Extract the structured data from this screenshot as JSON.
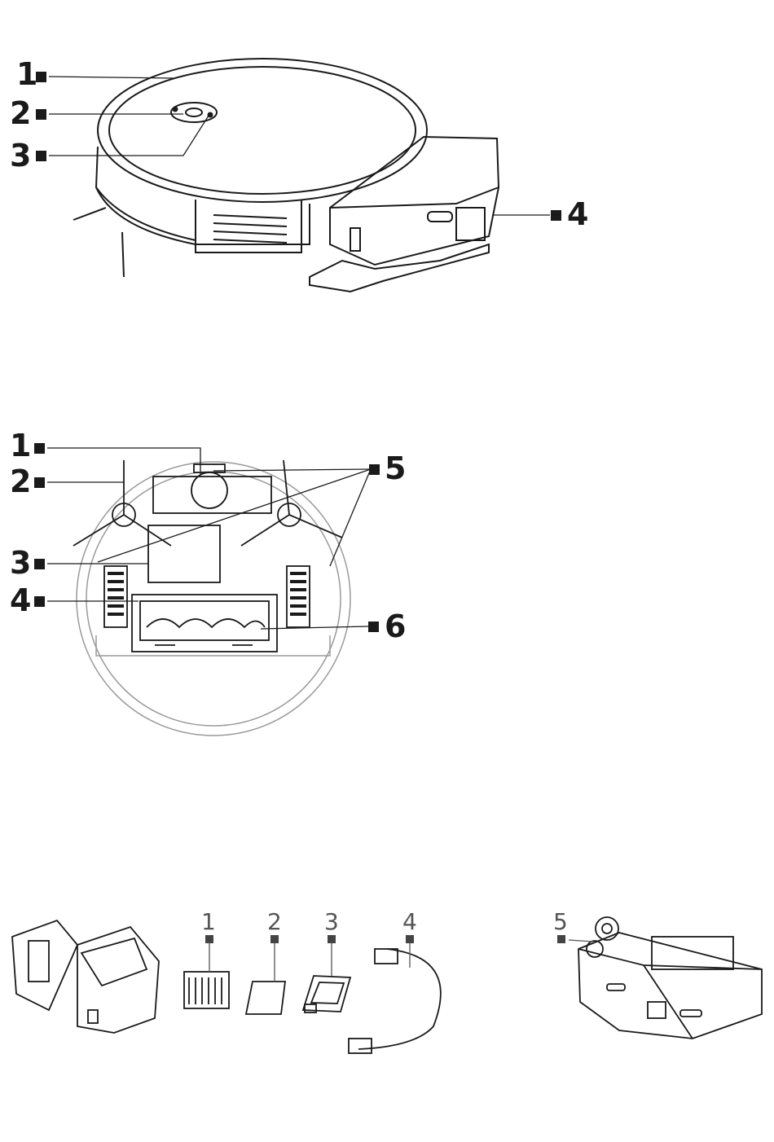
{
  "figure_top": {
    "labels": [
      "1",
      "2",
      "3",
      "4"
    ]
  },
  "figure_bottom_view": {
    "labels": [
      "1",
      "2",
      "3",
      "4",
      "5",
      "6"
    ]
  },
  "figure_accessories": {
    "labels": [
      "1",
      "2",
      "3",
      "4",
      "5"
    ]
  },
  "colors": {
    "line": "#1a1a1a",
    "light_line": "#9a9a9a",
    "label_gray": "#555555"
  }
}
